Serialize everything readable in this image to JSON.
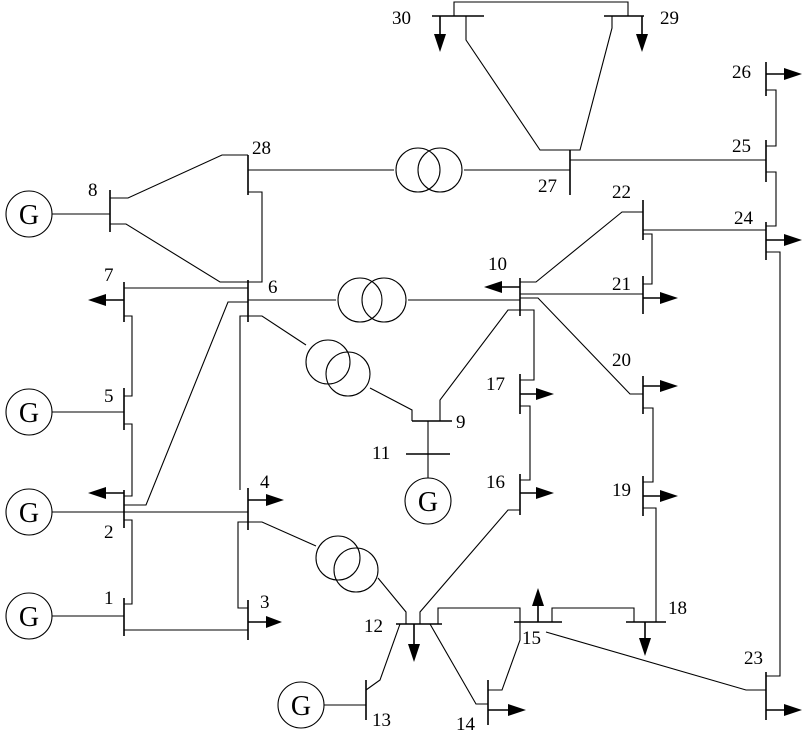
{
  "diagram": {
    "bus_labels": {
      "b1": "1",
      "b2": "2",
      "b3": "3",
      "b4": "4",
      "b5": "5",
      "b6": "6",
      "b7": "7",
      "b8": "8",
      "b9": "9",
      "b10": "10",
      "b11": "11",
      "b12": "12",
      "b13": "13",
      "b14": "14",
      "b15": "15",
      "b16": "16",
      "b17": "17",
      "b18": "18",
      "b19": "19",
      "b20": "20",
      "b21": "21",
      "b22": "22",
      "b23": "23",
      "b24": "24",
      "b25": "25",
      "b26": "26",
      "b27": "27",
      "b28": "28",
      "b29": "29",
      "b30": "30"
    },
    "generator_symbol": "G"
  }
}
